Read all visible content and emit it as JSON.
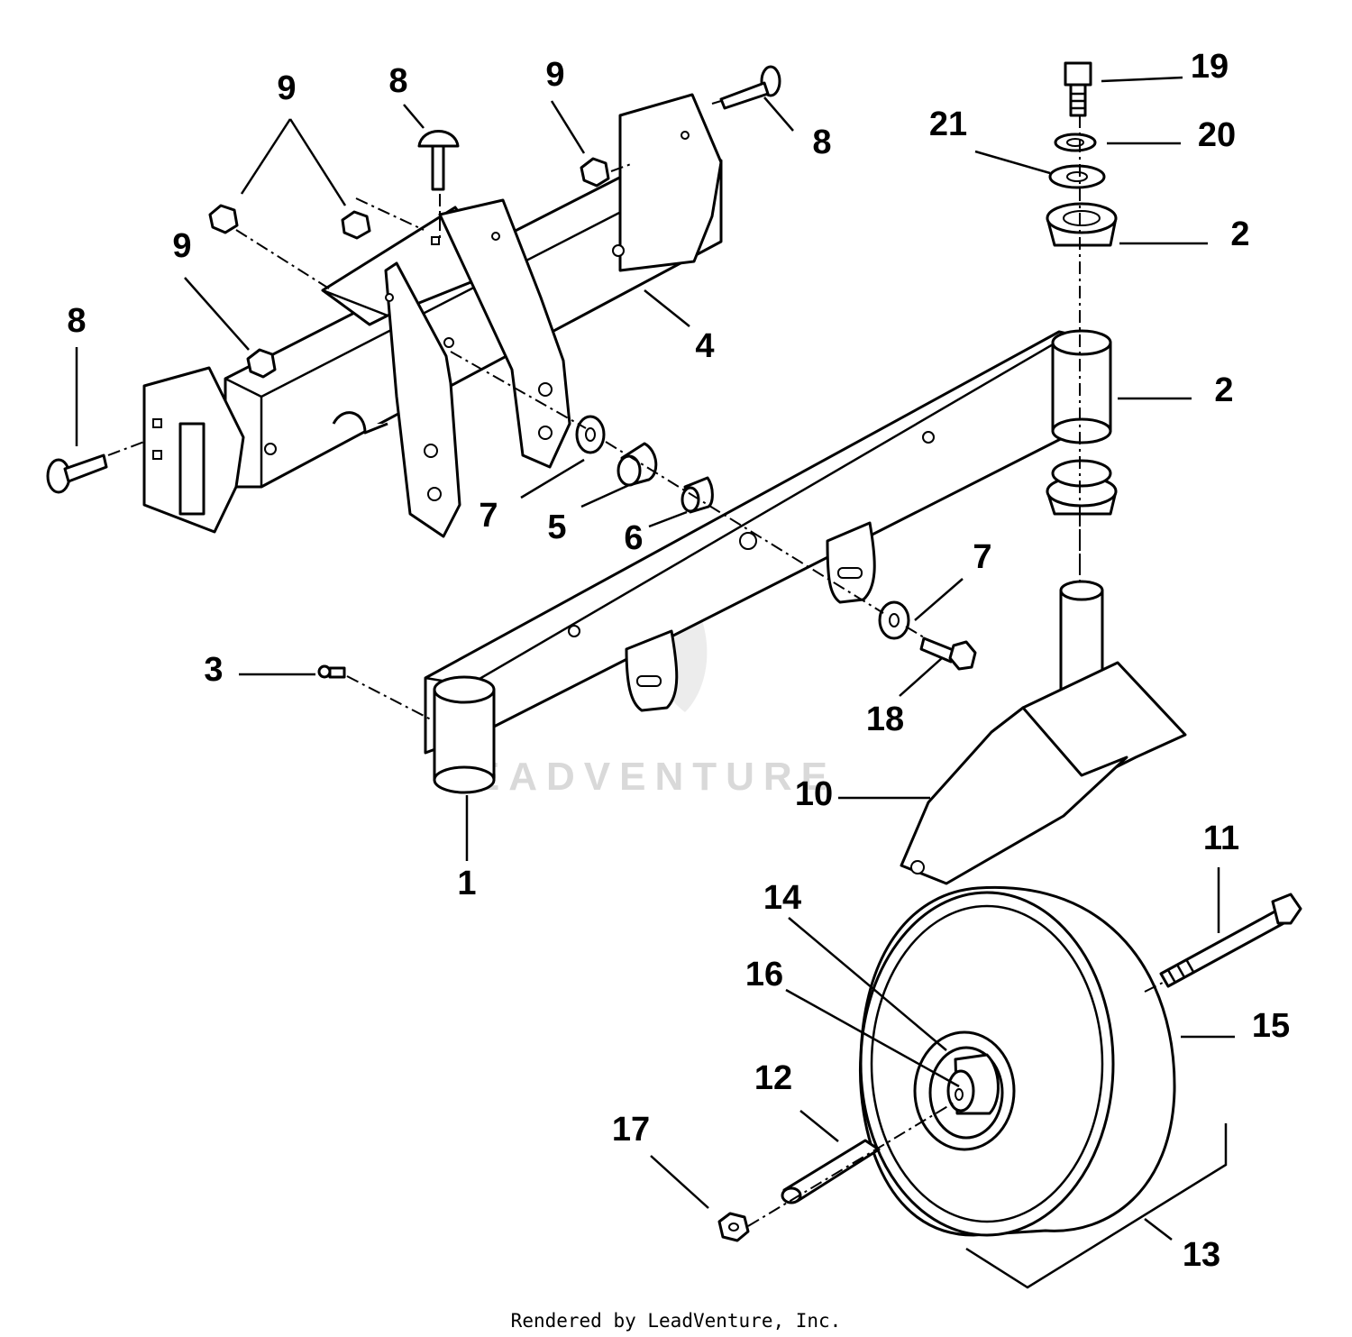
{
  "callouts": [
    {
      "id": "c1",
      "label": "1"
    },
    {
      "id": "c2a",
      "label": "2"
    },
    {
      "id": "c2b",
      "label": "2"
    },
    {
      "id": "c3",
      "label": "3"
    },
    {
      "id": "c4",
      "label": "4"
    },
    {
      "id": "c5",
      "label": "5"
    },
    {
      "id": "c6",
      "label": "6"
    },
    {
      "id": "c7a",
      "label": "7"
    },
    {
      "id": "c7b",
      "label": "7"
    },
    {
      "id": "c8a",
      "label": "8"
    },
    {
      "id": "c8b",
      "label": "8"
    },
    {
      "id": "c8c",
      "label": "8"
    },
    {
      "id": "c9a",
      "label": "9"
    },
    {
      "id": "c9b",
      "label": "9"
    },
    {
      "id": "c9c",
      "label": "9"
    },
    {
      "id": "c10",
      "label": "10"
    },
    {
      "id": "c11",
      "label": "11"
    },
    {
      "id": "c12",
      "label": "12"
    },
    {
      "id": "c13",
      "label": "13"
    },
    {
      "id": "c14",
      "label": "14"
    },
    {
      "id": "c15",
      "label": "15"
    },
    {
      "id": "c16",
      "label": "16"
    },
    {
      "id": "c17",
      "label": "17"
    },
    {
      "id": "c18",
      "label": "18"
    },
    {
      "id": "c19",
      "label": "19"
    },
    {
      "id": "c20",
      "label": "20"
    },
    {
      "id": "c21",
      "label": "21"
    }
  ],
  "watermark": "LEADVENTURE",
  "footer": "Rendered by LeadVenture, Inc."
}
